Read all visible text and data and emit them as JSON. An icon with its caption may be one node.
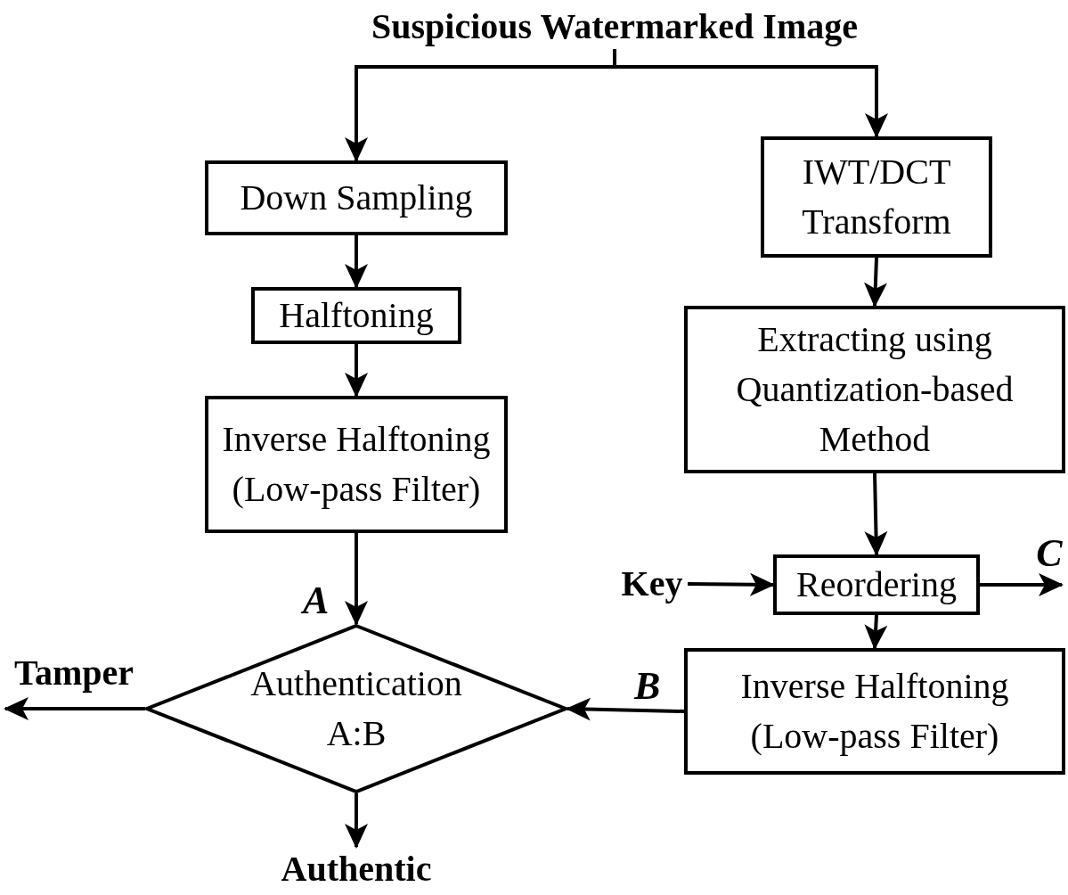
{
  "diagram": {
    "nodes": [
      {
        "text": [
          "Suspicious Watermarked Image"
        ]
      },
      {
        "text": [
          "Down Sampling"
        ]
      },
      {
        "text": [
          "Halftoning"
        ]
      },
      {
        "text": [
          "Inverse Halftoning (Low-pass Filter)"
        ]
      },
      {
        "text": [
          "IWT/DCT Transform"
        ]
      },
      {
        "text": [
          "Extracting using Quantization-based Method"
        ]
      },
      {
        "text": [
          "Key"
        ]
      },
      {
        "text": [
          "Reordering"
        ]
      },
      {
        "text": [
          "Inverse Halftoning (Low-pass Filter)"
        ]
      },
      {
        "text": [
          "Authentication A:B"
        ]
      },
      {
        "text": [
          "Tamper"
        ]
      },
      {
        "text": [
          "Authentic"
        ]
      },
      {
        "text": [
          "C"
        ]
      }
    ],
    "edges": [
      {
        "from": 0,
        "to": 1,
        "arrow": "to"
      },
      {
        "from": 0,
        "to": 4,
        "arrow": "to"
      },
      {
        "from": 1,
        "to": 2,
        "arrow": "to"
      },
      {
        "from": 2,
        "to": 3,
        "arrow": "to"
      },
      {
        "from": 3,
        "to": 9,
        "arrow": "to",
        "label": "A"
      },
      {
        "from": 4,
        "to": 5,
        "arrow": "to"
      },
      {
        "from": 5,
        "to": 7,
        "arrow": "to"
      },
      {
        "from": 6,
        "to": 7,
        "arrow": "to"
      },
      {
        "from": 7,
        "to": 12,
        "arrow": "to"
      },
      {
        "from": 7,
        "to": 8,
        "arrow": "to"
      },
      {
        "from": 8,
        "to": 9,
        "arrow": "to",
        "label": "B"
      },
      {
        "from": 9,
        "to": 10,
        "arrow": "to"
      },
      {
        "from": 9,
        "to": 11,
        "arrow": "to"
      }
    ]
  }
}
